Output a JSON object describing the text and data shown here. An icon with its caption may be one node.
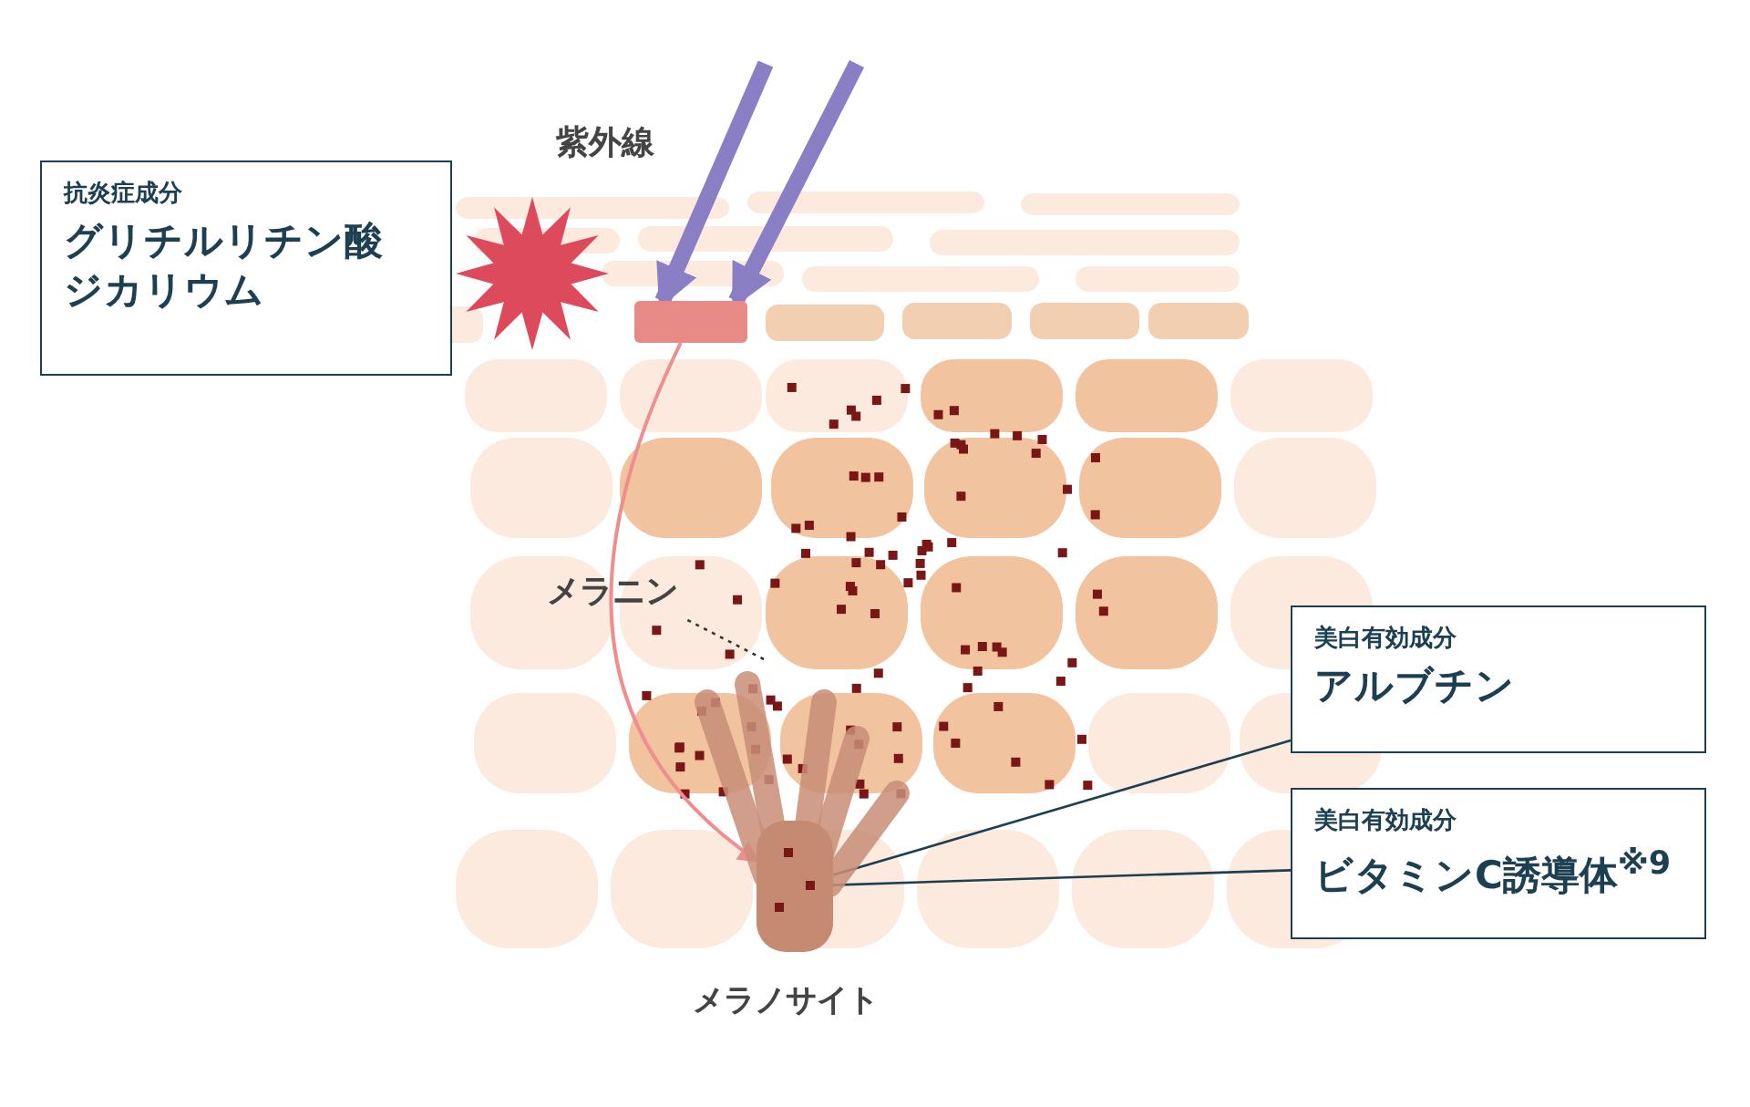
{
  "diagram": {
    "nodes": [
      {
        "text": [
          "抗炎症成分",
          "グリチルリチン酸ジカリウム"
        ]
      },
      {
        "text": [],
        "shape": "box"
      },
      {
        "text": [],
        "shape": "picture",
        "beside": [
          "メラノサイト"
        ]
      },
      {
        "text": [
          "メラニン"
        ]
      },
      {
        "text": [
          "美白有効成分",
          "アルブチン"
        ]
      },
      {
        "text": [
          "美白有効成分",
          "ビタミンC誘導体$^{※9}$"
        ]
      }
    ],
    "edges": [
      {
        "from": null,
        "to": 1,
        "arrow": "to",
        "style": "thick",
        "color": "#8a7fc4"
      },
      {
        "from": null,
        "to": 1,
        "arrow": "to",
        "style": "thick",
        "color": "#8a7fc4"
      },
      {
        "from": 1,
        "to": 2,
        "arrow": "to",
        "color": "#ef8e8e"
      },
      {
        "from": 3,
        "to": null,
        "arrow": "none",
        "style": "dashed",
        "color": "#333333"
      },
      {
        "from": 4,
        "to": 2,
        "arrow": "none",
        "color": "#1d3f52"
      },
      {
        "from": 5,
        "to": 2,
        "arrow": "none",
        "color": "#1d3f52"
      }
    ],
    "labels": [
      "紫外線"
    ]
  }
}
